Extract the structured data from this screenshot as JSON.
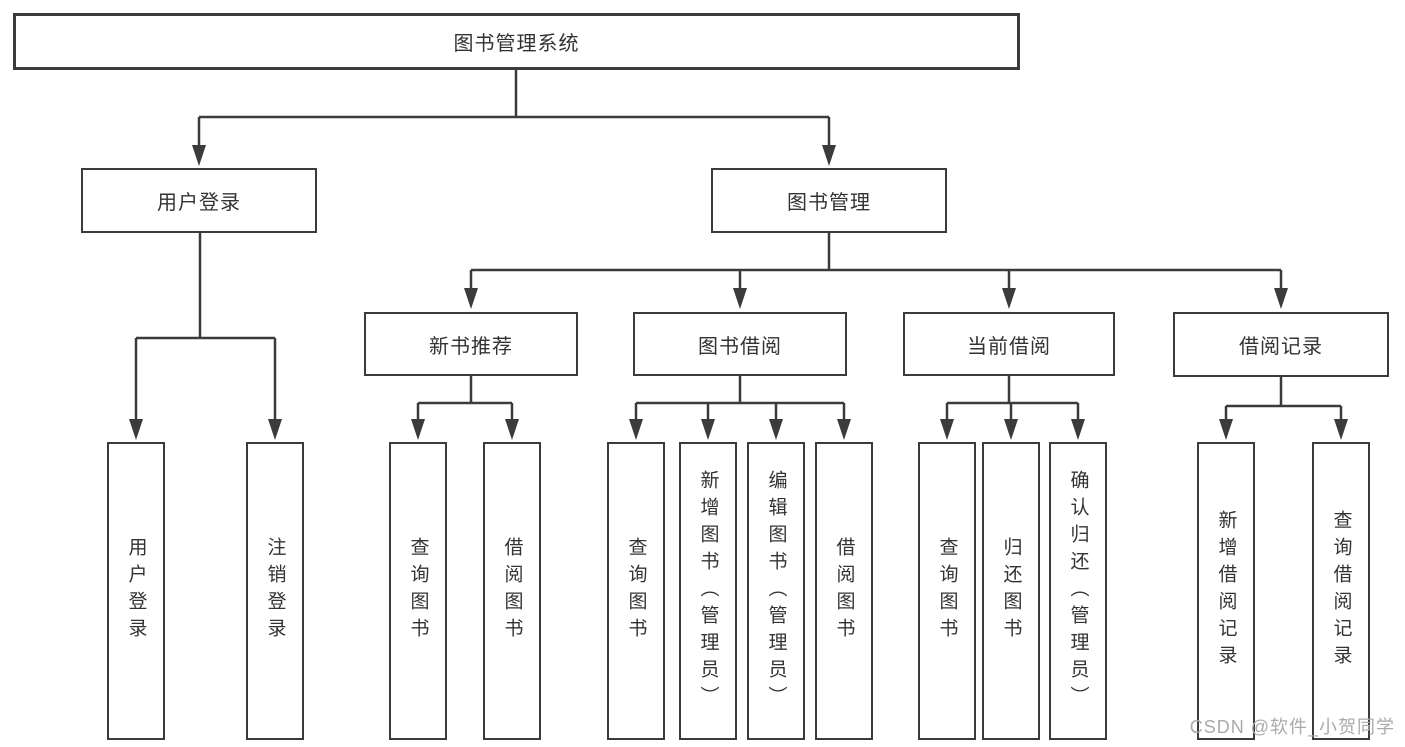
{
  "tree": {
    "label": "图书管理系统",
    "children": [
      {
        "label": "用户登录",
        "children": [
          {
            "label": "用户登录"
          },
          {
            "label": "注销登录"
          }
        ]
      },
      {
        "label": "图书管理",
        "children": [
          {
            "label": "新书推荐",
            "children": [
              {
                "label": "查询图书"
              },
              {
                "label": "借阅图书"
              }
            ]
          },
          {
            "label": "图书借阅",
            "children": [
              {
                "label": "查询图书"
              },
              {
                "label": "新增图书（管理员）"
              },
              {
                "label": "编辑图书（管理员）"
              },
              {
                "label": "借阅图书"
              }
            ]
          },
          {
            "label": "当前借阅",
            "children": [
              {
                "label": "查询图书"
              },
              {
                "label": "归还图书"
              },
              {
                "label": "确认归还（管理员）"
              }
            ]
          },
          {
            "label": "借阅记录",
            "children": [
              {
                "label": "新增借阅记录"
              },
              {
                "label": "查询借阅记录"
              }
            ]
          }
        ]
      }
    ]
  },
  "watermark": "CSDN @软件_小贺同学",
  "colors": {
    "line": "#3b3b3b",
    "text": "#333333",
    "watermark": "#ababab",
    "background": "#ffffff"
  }
}
